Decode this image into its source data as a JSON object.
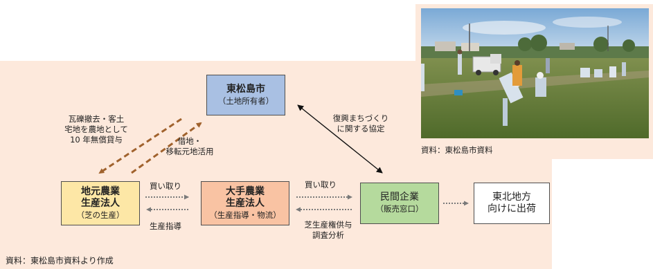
{
  "nodes": {
    "city": {
      "line1": "東松島市",
      "line2": "（土地所有者）",
      "color": "#a9c0e3"
    },
    "local_farm": {
      "line1": "地元農業",
      "line2": "生産法人",
      "line3": "（芝の生産）",
      "color": "#fde7a6"
    },
    "major_farm": {
      "line1": "大手農業",
      "line2": "生産法人",
      "line3": "（生産指導・物流）",
      "color": "#f9c3a3"
    },
    "private": {
      "line1": "民間企業",
      "line2": "（販売窓口）",
      "color": "#b5da9d"
    },
    "tohoku": {
      "line1": "東北地方",
      "line2": "向けに出荷",
      "color": "#ffffff"
    }
  },
  "labels": {
    "rubble": {
      "line1": "瓦礫撤去・客土",
      "line2": "宅地を農地として",
      "line3": "10 年無償貸与"
    },
    "lease": {
      "line1": "借地・",
      "line2": "移転元地活用"
    },
    "agreement": {
      "line1": "復興まちづくり",
      "line2": "に関する協定"
    },
    "buy1": "買い取り",
    "guide": "生産指導",
    "buy2": "買い取り",
    "supply": {
      "line1": "芝生産権供与",
      "line2": "調査分析"
    }
  },
  "photo_caption": "資料：東松島市資料",
  "source": "資料：東松島市資料より作成",
  "colors": {
    "panel": "#fde9dc",
    "dashed_arrow": "#a0622d",
    "dotted_arrow": "#7a7a7a"
  }
}
